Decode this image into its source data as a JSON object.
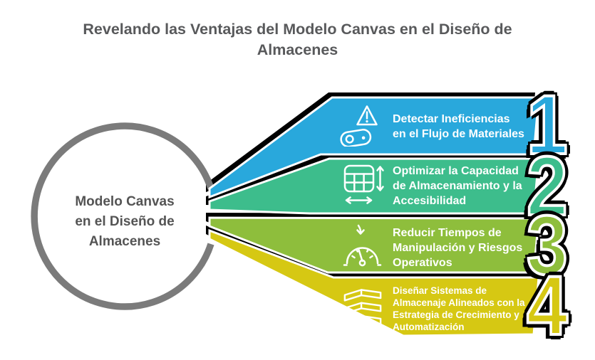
{
  "title": {
    "line1": "Revelando las Ventajas del Modelo Canvas en el Diseño de",
    "line2": "Almacenes"
  },
  "center": {
    "lines": [
      "Modelo Canvas",
      "en el Diseño de",
      "Almacenes"
    ]
  },
  "bands": [
    {
      "number": "1",
      "color": "#29A8DC",
      "icon": "warning-roller-icon",
      "lines": [
        "Detectar Ineficiencias",
        "en el Flujo de Materiales"
      ]
    },
    {
      "number": "2",
      "color": "#3DBD8C",
      "icon": "grid-dimensions-icon",
      "lines": [
        "Optimizar la Capacidad",
        "de Almacenamiento y la",
        "Accesibilidad"
      ]
    },
    {
      "number": "3",
      "color": "#8EBE3C",
      "icon": "speedometer-icon",
      "lines": [
        "Reducir Tiempos de",
        "Manipulación y Riesgos",
        "Operativos"
      ]
    },
    {
      "number": "4",
      "color": "#D6C813",
      "icon": "stacked-shelves-icon",
      "lines": [
        "Diseñar Sistemas de",
        "Almacenaje Alineados con la",
        "Estrategia de Crecimiento y",
        "Automatización"
      ]
    }
  ],
  "colors": {
    "ring_gray": "#7B7B7B",
    "title_gray": "#58595B",
    "text_white": "#FFFFFF",
    "outline_black": "#000000",
    "background": "#FFFFFF"
  }
}
